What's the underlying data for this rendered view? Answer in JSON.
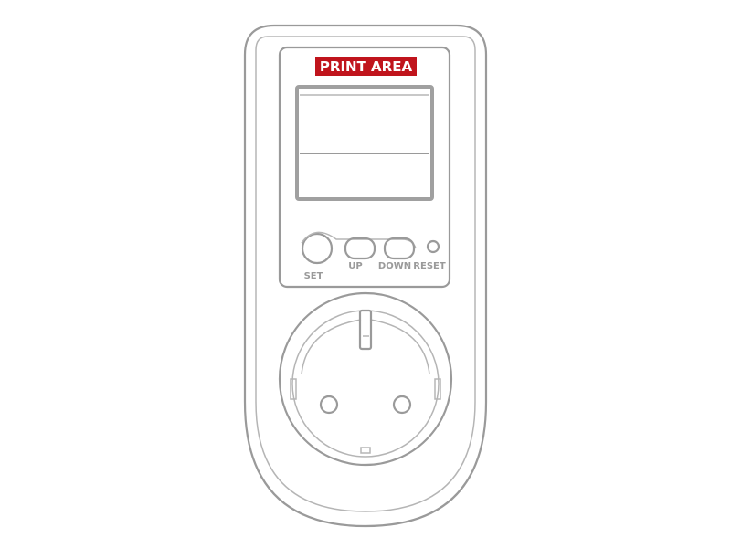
{
  "print_area": {
    "label": "PRINT AREA",
    "color": "#c0141c"
  },
  "buttons": {
    "set": "SET",
    "up": "UP",
    "down": "DOWN",
    "reset": "RESET"
  }
}
